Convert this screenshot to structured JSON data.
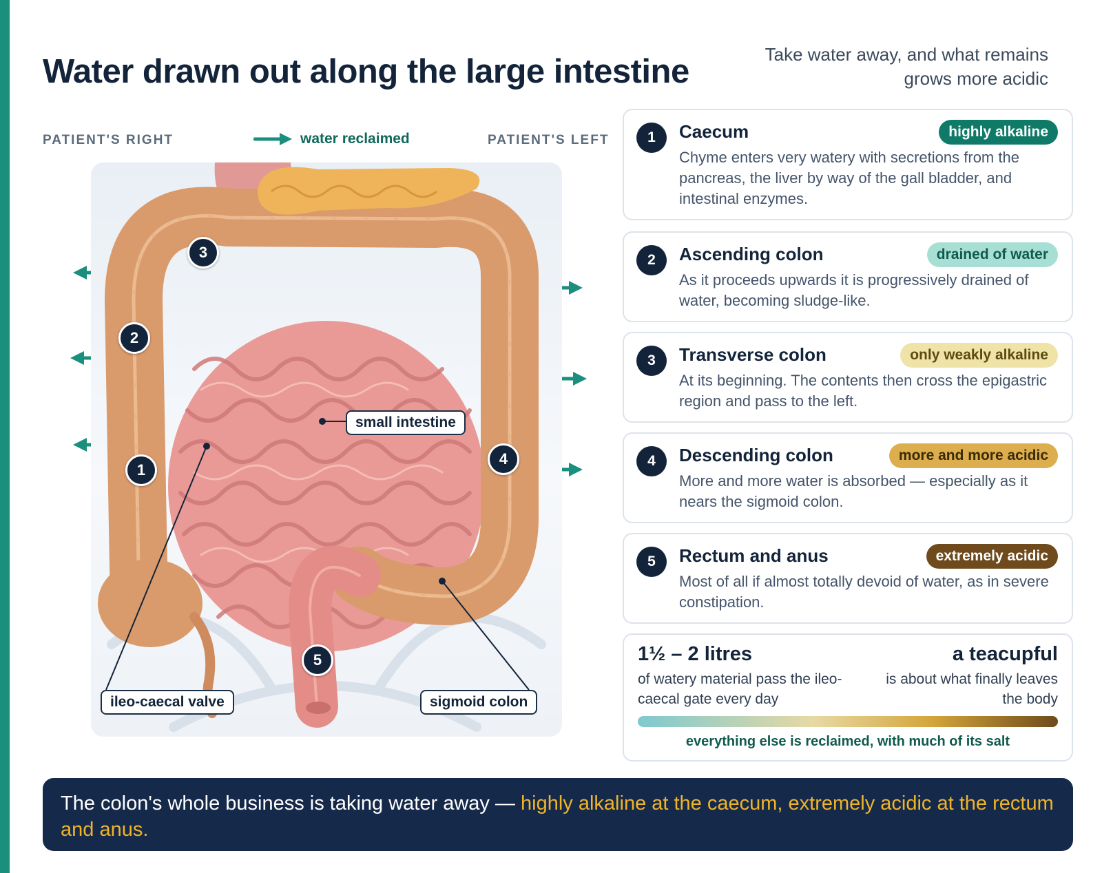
{
  "title": "Water drawn out along the large intestine",
  "subtitle": "Take water away, and what remains grows more acidic",
  "diagram": {
    "label_right": "PATIENT'S RIGHT",
    "label_left": "PATIENT'S LEFT",
    "legend": "water reclaimed",
    "callouts": {
      "small_intestine": "small intestine",
      "ileo_caecal_valve": "ileo-caecal valve",
      "sigmoid_colon": "sigmoid colon"
    },
    "markers": [
      "1",
      "2",
      "3",
      "4",
      "5"
    ]
  },
  "sections": [
    {
      "num": "1",
      "title": "Caecum",
      "tag": "highly alkaline",
      "tag_bg": "#0f7a68",
      "tag_fg": "#ffffff",
      "body": "Chyme enters very watery with secretions from the pancreas, the liver by way of the gall bladder, and intestinal enzymes."
    },
    {
      "num": "2",
      "title": "Ascending colon",
      "tag": "drained of water",
      "tag_bg": "#a8dfd4",
      "tag_fg": "#0f5a4c",
      "body": "As it proceeds upwards it is progressively drained of water, becoming sludge-like."
    },
    {
      "num": "3",
      "title": "Transverse colon",
      "tag": "only weakly alkaline",
      "tag_bg": "#efe3a8",
      "tag_fg": "#5d4a10",
      "body": "At its beginning. The contents then cross the epigastric region and pass to the left."
    },
    {
      "num": "4",
      "title": "Descending colon",
      "tag": "more and more acidic",
      "tag_bg": "#dcae4e",
      "tag_fg": "#3a2a08",
      "body": "More and more water is absorbed — especially as it nears the sigmoid colon."
    },
    {
      "num": "5",
      "title": "Rectum and anus",
      "tag": "extremely acidic",
      "tag_bg": "#6e4a1c",
      "tag_fg": "#ffffff",
      "body": "Most of all if almost totally devoid of water, as in severe constipation."
    }
  ],
  "summary": {
    "left_big": "1½ – 2 litres",
    "left_small": "of watery material pass the ileo-caecal gate every day",
    "right_big": "a teacupful",
    "right_small": "is about what finally leaves the body",
    "bar_caption": "everything else is reclaimed, with much of its salt"
  },
  "footer": {
    "text": "The colon's whole business is taking water away — ",
    "highlight": "highly alkaline at the caecum, extremely acidic at the rectum and anus."
  },
  "colors": {
    "accent": "#1b8f7e",
    "arrow": "#1b8f7e",
    "navy": "#13243a",
    "footer_bg": "#15294a",
    "highlight": "#f0b429",
    "colon": "#d99a6c",
    "small_intestine": "#e99a96",
    "pancreas": "#efb45a"
  },
  "icons": {
    "arrow": "arrow-right-icon"
  }
}
